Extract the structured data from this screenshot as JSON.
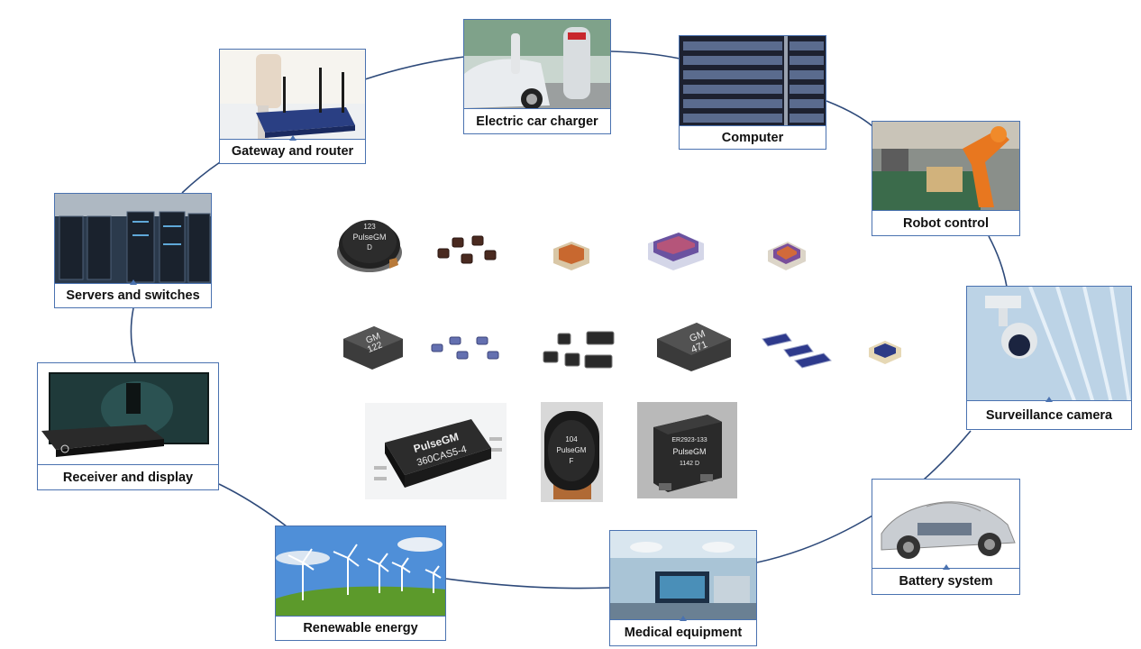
{
  "applications": {
    "gateway": "Gateway and router",
    "ev_charger": "Electric car charger",
    "computer": "Computer",
    "robot": "Robot control",
    "surveillance": "Surveillance camera",
    "battery": "Battery system",
    "medical": "Medical equipment",
    "renewable": "Renewable energy",
    "receiver": "Receiver and display",
    "servers": "Servers and switches"
  },
  "components": {
    "power_inductor_top": [
      "123",
      "PulseGM",
      "D"
    ],
    "molded_122": [
      "GM",
      "122"
    ],
    "molded_471": [
      "GM",
      "471"
    ],
    "transformer": [
      "PulseGM",
      "360CAS5-4"
    ],
    "round_inductor": [
      "104",
      "PulseGM",
      "F"
    ],
    "shielded_inductor": [
      "ER2923-133",
      "PulseGM",
      "1142 D"
    ]
  },
  "colors": {
    "frame": "#4a72b0",
    "connector": "#2e4a7a"
  }
}
